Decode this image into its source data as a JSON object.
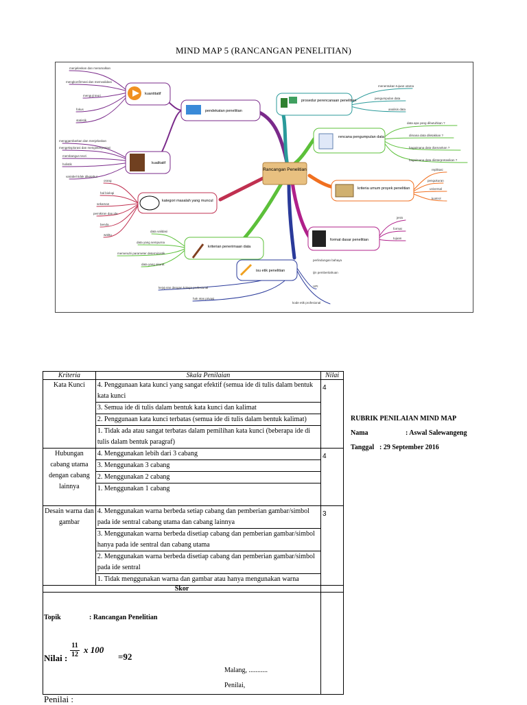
{
  "title": "MIND MAP 5 (RANCANGAN PENELITIAN)",
  "mindmap": {
    "center": "Rancangan Penelitian",
    "left_top": {
      "kuantitatif": "kuantitatif",
      "kuantitatif_items": [
        "menjelaskan dan meramalkan",
        "mengkonfirmasi dan memvalidasi",
        "menguji teori",
        "fokus",
        "statistik"
      ],
      "kualitatif": "kualitatif",
      "kualitatif_items": [
        "menggambarkan dan menjelaskan",
        "mengeksplorasi dan menginterpretasi",
        "membangun teori",
        "holistik",
        "variabel tidak diketahui"
      ],
      "pendekatan": "pendekatan penelitian"
    },
    "kategori": "kategori masalah yang muncul",
    "kategori_items": [
      "orang",
      "hal biologi",
      "sekaman",
      "pemikiran dan ide",
      "benda",
      "waktu"
    ],
    "kriteria": "kriterian penerimaan data",
    "kriteria_items": [
      "data validasi",
      "data yang sempurna",
      "memenuhi parameter deterministik",
      "data yang akurat"
    ],
    "isu": "isu etik penelitian",
    "isu_items": [
      "perlindungan bahaya",
      "ijin pemberitahuan",
      "UPI",
      "kode etik profesional",
      "kejujuran dengan kolega profesional",
      "hak atas privasi"
    ],
    "prosedur": "prosedur perencanaan penelitian",
    "prosedur_items": [
      "menentukan tujuan utama",
      "pengumpulan data",
      "analisis data"
    ],
    "rencana": "rencana pengumpulan data",
    "rencana_items": [
      "data apa yang dibutuhkan ?",
      "dimana data diletakkan ?",
      "bagaimana data diamankan ?",
      "bagaimana data diinterpretasikan ?"
    ],
    "kriteria_umum": "kriteria umum proyek penelitian",
    "kriteria_umum_items": [
      "replikasi",
      "pengukuran",
      "universal",
      "kontrol"
    ],
    "format": "format dasar penelitian",
    "format_items": [
      "jenis",
      "format",
      "tujuan"
    ],
    "colors": {
      "purple": "#7a2a8a",
      "teal": "#2a9a9a",
      "green": "#5cc03a",
      "orange": "#f07020",
      "blue": "#2a3a9a",
      "red": "#c03050",
      "magenta": "#b0208a"
    }
  },
  "rubric": {
    "headers": [
      "Kriteria",
      "Skala Penilaian",
      "Nilai"
    ],
    "groups": [
      {
        "criteria": "Kata Kunci",
        "score": "4",
        "items": [
          "4. Penggunaan kata kunci yang sangat efektif (semua ide di tulis dalam bentuk kata kunci",
          "3. Semua ide di tulis dalam bentuk kata kunci dan kalimat",
          "2. Penggunaan kata kunci terbatas (semua ide di tulis dalam bentuk kalimat)",
          "1. Tidak ada atau sangat terbatas dalam pemilihan kata kunci (beberapa ide di tulis dalam bentuk paragraf)"
        ]
      },
      {
        "criteria": "Hubungan cabang utama dengan cabang lainnya",
        "score": "4",
        "items": [
          "4. Menggunakan lebih dari 3 cabang",
          "3. Menggunakan 3 cabang",
          "2. Menggunakan 2 cabang",
          "1. Menggunakan 1 cabang"
        ]
      },
      {
        "criteria": "Desain warna dan gambar",
        "score": "3",
        "items": [
          "4. Menggunakan warna berbeda setiap cabang dan pemberian gambar/simbol pada ide sentral cabang utama dan cabang lainnya",
          "3. Menggunakan warna berbeda disetiap cabang dan pemberian gambar/simbol hanya pada ide sentral dan cabang utama",
          "2. Menggunakan warna berbeda disetiap cabang dan pemberian gambar/simbol pada ide sentral",
          "1. Tidak menggunakan warna dan gambar atau hanya mengunakan warna"
        ]
      }
    ],
    "skor_label": "Skor"
  },
  "info": {
    "heading": "RUBRIK PENILAIAN MIND MAP",
    "nama_label": "Nama",
    "nama_value": ": Aswal Salewangeng",
    "tanggal_label": "Tanggal",
    "tanggal_value": ": 29 September 2016"
  },
  "footer": {
    "topik_label": "Topik",
    "topik_value": ":  Rancangan Penelitian",
    "nilai_label": "Nilai :",
    "numerator": "11",
    "denominator": "12",
    "times": "x 100",
    "result": "=92",
    "malang": "Malang, ...........",
    "penilai_sign": "Penilai,",
    "penilai": "Penilai :"
  }
}
